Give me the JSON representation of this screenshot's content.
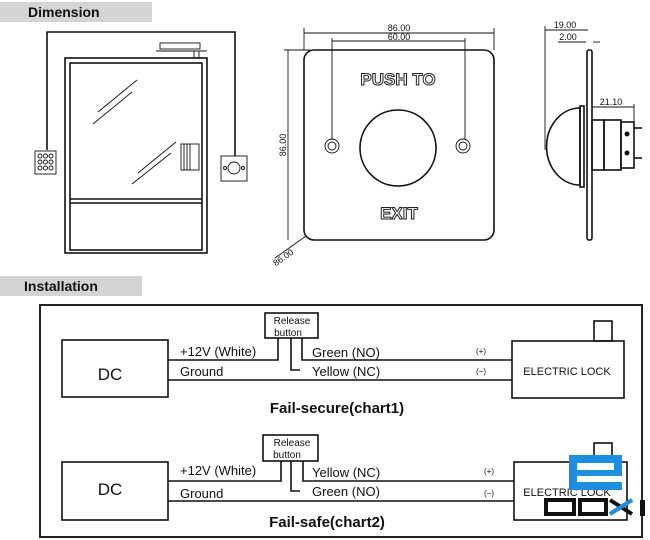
{
  "sections": {
    "dimension_title": "Dimension",
    "installation_title": "Installation"
  },
  "dimension": {
    "front_plate": {
      "text_top": "PUSH TO",
      "text_bottom": "EXIT",
      "width": "86.00",
      "hole_spacing": "60.00",
      "height": "86.00",
      "diagonal": "86.00"
    },
    "side_view": {
      "depth": "19.00",
      "plate_thickness": "2.00",
      "rear_depth": "21.10"
    }
  },
  "installation": {
    "charts": [
      {
        "power": "DC",
        "switch_label_1": "Release",
        "switch_label_2": "button",
        "plus_wire": "+12V (White)",
        "ground_wire": "Ground",
        "upper_wire": "Green (NO)",
        "lower_wire": "Yellow (NC)",
        "plus_pol": "(+)",
        "minus_pol": "(−)",
        "lock": "ELECTRIC LOCK",
        "caption": "Fail-secure(chart1)"
      },
      {
        "power": "DC",
        "switch_label_1": "Release",
        "switch_label_2": "button",
        "plus_wire": "+12V (White)",
        "ground_wire": "Ground",
        "upper_wire": "Yellow (NC)",
        "lower_wire": "Green (NO)",
        "plus_pol": "(+)",
        "minus_pol": "(−)",
        "lock": "ELECTRIC LOCK",
        "caption": "Fail-safe(chart2)"
      }
    ]
  },
  "watermark": {
    "text": "DAXI",
    "color": "#1e8fe0"
  }
}
